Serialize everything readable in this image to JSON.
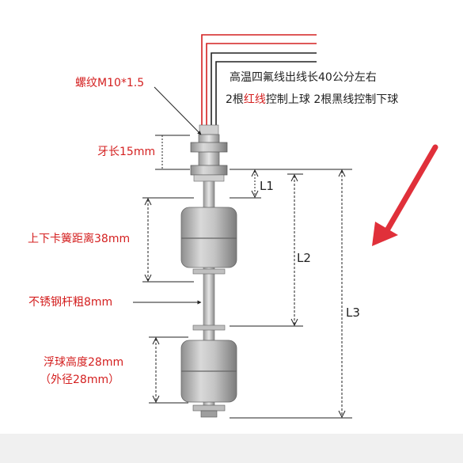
{
  "colors": {
    "accent_red": "#d42020",
    "text_dark": "#222222",
    "wire_red": "#d42020",
    "wire_black": "#222222",
    "metal": "#b8b8b8",
    "arrow": "#e0303a"
  },
  "labels": {
    "thread": "螺纹M10*1.5",
    "wire_line1": "高温四氟线出线长40公分左右",
    "wire_line2_pre": "2根",
    "wire_line2_red": "红线",
    "wire_line2_post": "控制上球 2根黑线控制下球",
    "thread_length": "牙长15mm",
    "clip_distance": "上下卡簧距离38mm",
    "rod": "不锈钢杆粗8mm",
    "float_height": "浮球高度28mm",
    "float_dia": "（外径28mm）",
    "dim_l1": "L1",
    "dim_l2": "L2",
    "dim_l3": "L3"
  },
  "icons": {
    "pointer": "red-arrow-icon"
  }
}
